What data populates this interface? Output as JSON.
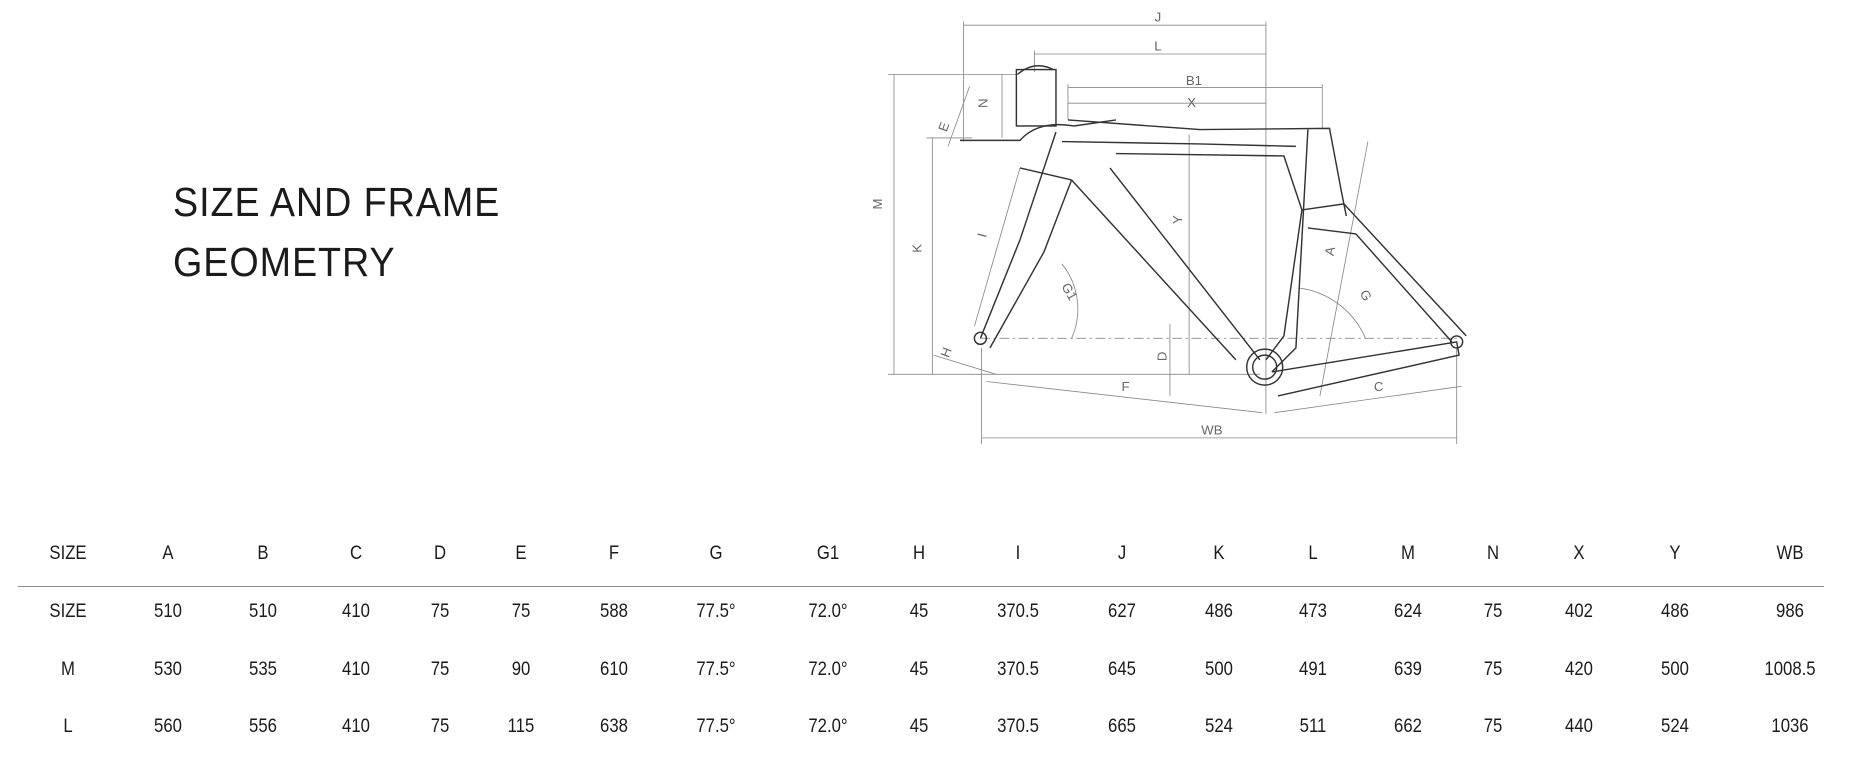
{
  "title": {
    "line1": "SIZE AND FRAME",
    "line2": "GEOMETRY"
  },
  "diagram": {
    "labels": {
      "J": "J",
      "L": "L",
      "B1": "B1",
      "X": "X",
      "M": "M",
      "K": "K",
      "N": "N",
      "E": "E",
      "I": "I",
      "Y": "Y",
      "G1": "G1",
      "G": "G",
      "A": "A",
      "D": "D",
      "H": "H",
      "F": "F",
      "C": "C",
      "WB": "WB"
    }
  },
  "table": {
    "columns": [
      "SIZE",
      "A",
      "B",
      "C",
      "D",
      "E",
      "F",
      "G",
      "G1",
      "H",
      "I",
      "J",
      "K",
      "L",
      "M",
      "N",
      "X",
      "Y",
      "WB"
    ],
    "rows": [
      [
        "SIZE",
        "510",
        "510",
        "410",
        "75",
        "75",
        "588",
        "77.5°",
        "72.0°",
        "45",
        "370.5",
        "627",
        "486",
        "473",
        "624",
        "75",
        "402",
        "486",
        "986"
      ],
      [
        "M",
        "530",
        "535",
        "410",
        "75",
        "90",
        "610",
        "77.5°",
        "72.0°",
        "45",
        "370.5",
        "645",
        "500",
        "491",
        "639",
        "75",
        "420",
        "500",
        "1008.5"
      ],
      [
        "L",
        "560",
        "556",
        "410",
        "75",
        "115",
        "638",
        "77.5°",
        "72.0°",
        "45",
        "370.5",
        "665",
        "524",
        "511",
        "662",
        "75",
        "440",
        "524",
        "1036"
      ]
    ]
  }
}
